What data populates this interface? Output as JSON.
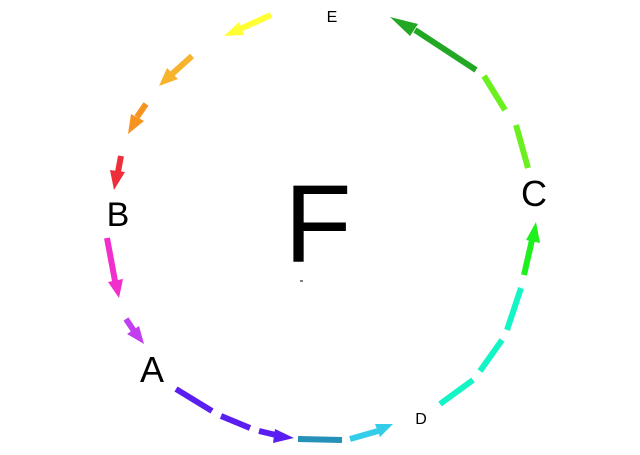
{
  "diagram": {
    "center_label": "F",
    "nodes": {
      "a": "A",
      "b": "B",
      "c": "C",
      "d": "D",
      "e": "E"
    },
    "colors": {
      "yellow": "#ffff33",
      "orange_light": "#f7b32b",
      "orange": "#f7931e",
      "red": "#ee2f3b",
      "magenta": "#f02fcd",
      "violet": "#c23ff0",
      "indigo": "#5a1ff0",
      "teal": "#2590b8",
      "sky": "#33cdea",
      "aqua": "#14f5c5",
      "green": "#1ef01e",
      "lime": "#6af01e",
      "dark_green": "#22a825"
    }
  }
}
